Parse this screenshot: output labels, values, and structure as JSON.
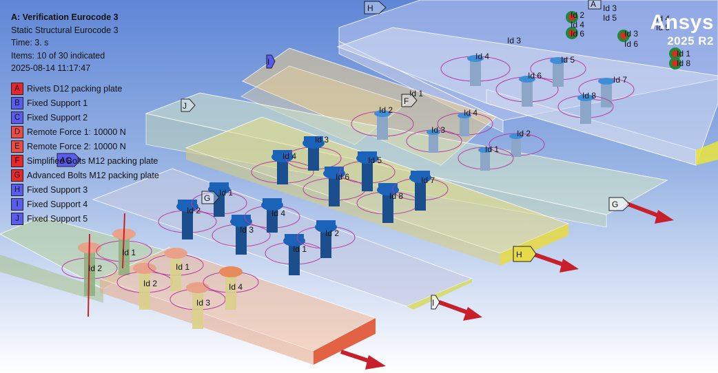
{
  "info": {
    "title": "A: Verification Eurocode 3",
    "subtitle": "Static Structural Eurocode 3",
    "time": "Time: 3. s",
    "items": "Items: 10 of 30 indicated",
    "timestamp": "2025-08-14 11:17:47"
  },
  "legend": [
    {
      "letter": "A",
      "label": "Rivets D12 packing plate",
      "color": "#e8262b"
    },
    {
      "letter": "B",
      "label": "Fixed Support 1",
      "color": "#5a5cf0"
    },
    {
      "letter": "C",
      "label": "Fixed Support 2",
      "color": "#5a5cf0"
    },
    {
      "letter": "D",
      "label": "Remote Force 1: 10000 N",
      "color": "#ef4a44"
    },
    {
      "letter": "E",
      "label": "Remote Force 2: 10000 N",
      "color": "#ef4a44"
    },
    {
      "letter": "F",
      "label": "Simplified Bolts M12 packing plate",
      "color": "#e8262b"
    },
    {
      "letter": "G",
      "label": "Advanced Bolts M12 packing plate",
      "color": "#e8262b"
    },
    {
      "letter": "H",
      "label": "Fixed Support 3",
      "color": "#5a5cf0"
    },
    {
      "letter": "I",
      "label": "Fixed Support 4",
      "color": "#5a5cf0"
    },
    {
      "letter": "J",
      "label": "Fixed Support 5",
      "color": "#5a5cf0"
    }
  ],
  "brand": {
    "name": "Ansys",
    "version": "2025 R2"
  },
  "scene_tags": {
    "H": "H",
    "A": "A",
    "I": "I",
    "F": "F",
    "J": "J",
    "AC": "AC",
    "G": "G"
  },
  "ids": [
    "Id 1",
    "Id 2",
    "Id 3",
    "Id 4",
    "Id 5",
    "Id 6",
    "Id 7",
    "Id 8"
  ],
  "colors": {
    "bolt_blue": "#1a63b8",
    "rivet_red": "#d43020",
    "force_arrow": "#c8202a",
    "support_fill": "#5a5cf0"
  }
}
